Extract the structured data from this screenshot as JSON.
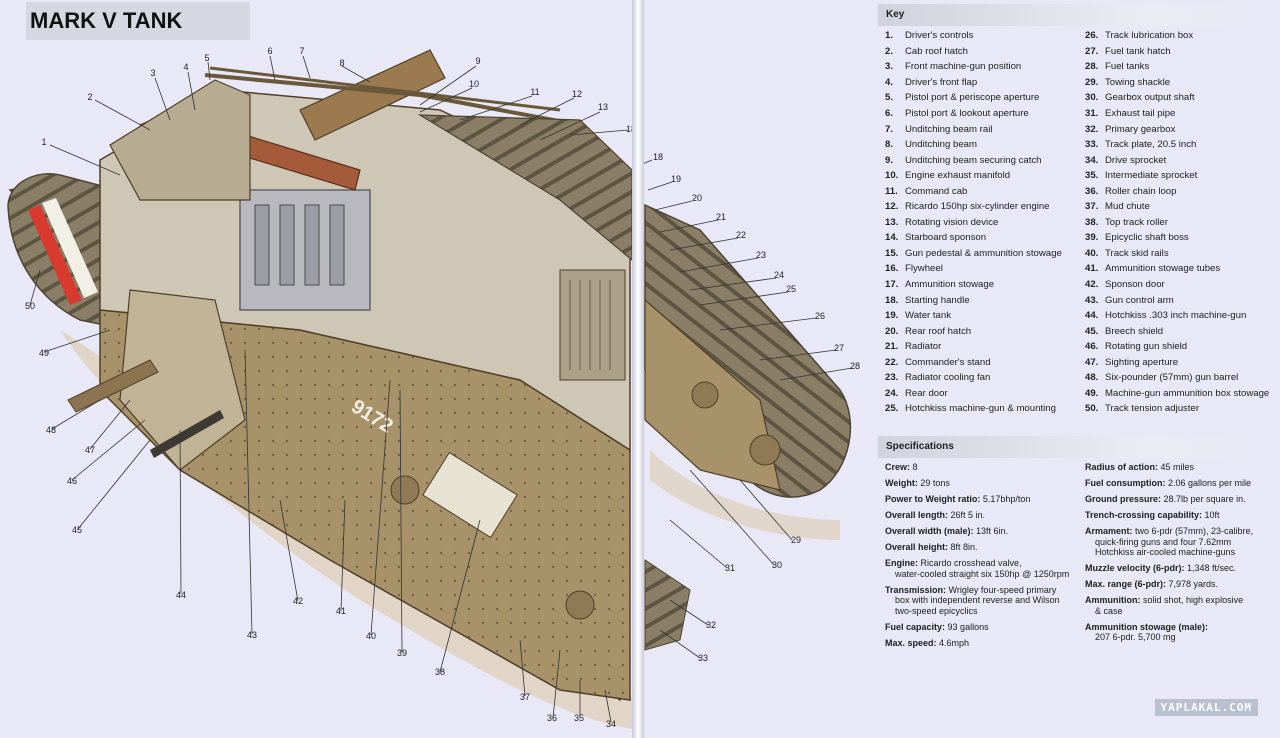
{
  "title": "MARK V TANK",
  "callouts": [
    "1",
    "2",
    "3",
    "4",
    "5",
    "6",
    "7",
    "8",
    "9",
    "10",
    "11",
    "12",
    "13",
    "18",
    "18",
    "19",
    "20",
    "21",
    "22",
    "23",
    "24",
    "25",
    "26",
    "27",
    "28",
    "29",
    "30",
    "31",
    "32",
    "33",
    "34",
    "35",
    "36",
    "37",
    "38",
    "39",
    "40",
    "41",
    "42",
    "43",
    "44",
    "45",
    "46",
    "47",
    "48",
    "49",
    "50"
  ],
  "key": {
    "heading": "Key",
    "left": [
      {
        "n": "1.",
        "label": "Driver's controls"
      },
      {
        "n": "2.",
        "label": "Cab roof hatch"
      },
      {
        "n": "3.",
        "label": "Front machine-gun position"
      },
      {
        "n": "4.",
        "label": "Driver's front flap"
      },
      {
        "n": "5.",
        "label": "Pistol port & periscope aperture"
      },
      {
        "n": "6.",
        "label": "Pistol port & lookout aperture"
      },
      {
        "n": "7.",
        "label": "Unditching beam rail"
      },
      {
        "n": "8.",
        "label": "Unditching beam"
      },
      {
        "n": "9.",
        "label": "Unditching beam securing catch"
      },
      {
        "n": "10.",
        "label": "Engine exhaust manifold"
      },
      {
        "n": "11.",
        "label": "Command cab"
      },
      {
        "n": "12.",
        "label": "Ricardo 150hp six-cylinder engine"
      },
      {
        "n": "13.",
        "label": "Rotating vision device"
      },
      {
        "n": "14.",
        "label": "Starboard sponson"
      },
      {
        "n": "15.",
        "label": "Gun pedestal & ammunition stowage"
      },
      {
        "n": "16.",
        "label": "Flywheel"
      },
      {
        "n": "17.",
        "label": "Ammunition stowage"
      },
      {
        "n": "18.",
        "label": "Starting handle"
      },
      {
        "n": "19.",
        "label": "Water tank"
      },
      {
        "n": "20.",
        "label": "Rear roof hatch"
      },
      {
        "n": "21.",
        "label": "Radiator"
      },
      {
        "n": "22.",
        "label": "Commander's stand"
      },
      {
        "n": "23.",
        "label": "Radiator cooling fan"
      },
      {
        "n": "24.",
        "label": "Rear door"
      },
      {
        "n": "25.",
        "label": "Hotchkiss machine-gun & mounting"
      }
    ],
    "right": [
      {
        "n": "26.",
        "label": "Track lubrication box"
      },
      {
        "n": "27.",
        "label": "Fuel tank hatch"
      },
      {
        "n": "28.",
        "label": "Fuel tanks"
      },
      {
        "n": "29.",
        "label": "Towing shackle"
      },
      {
        "n": "30.",
        "label": "Gearbox output shaft"
      },
      {
        "n": "31.",
        "label": "Exhaust tail pipe"
      },
      {
        "n": "32.",
        "label": "Primary gearbox"
      },
      {
        "n": "33.",
        "label": "Track plate, 20.5 inch"
      },
      {
        "n": "34.",
        "label": "Drive sprocket"
      },
      {
        "n": "35.",
        "label": "Intermediate sprocket"
      },
      {
        "n": "36.",
        "label": "Roller chain loop"
      },
      {
        "n": "37.",
        "label": "Mud chute"
      },
      {
        "n": "38.",
        "label": "Top track roller"
      },
      {
        "n": "39.",
        "label": "Epicyclic shaft boss"
      },
      {
        "n": "40.",
        "label": "Track skid rails"
      },
      {
        "n": "41.",
        "label": "Ammunition stowage tubes"
      },
      {
        "n": "42.",
        "label": "Sponson door"
      },
      {
        "n": "43.",
        "label": "Gun control arm"
      },
      {
        "n": "44.",
        "label": "Hotchkiss .303 inch machine-gun"
      },
      {
        "n": "45.",
        "label": "Breech shield"
      },
      {
        "n": "46.",
        "label": "Rotating gun shield"
      },
      {
        "n": "47.",
        "label": "Sighting aperture"
      },
      {
        "n": "48.",
        "label": "Six-pounder (57mm) gun barrel"
      },
      {
        "n": "49.",
        "label": "Machine-gun ammunition box stowage"
      },
      {
        "n": "50.",
        "label": "Track tension adjuster"
      }
    ]
  },
  "specs": {
    "heading": "Specifications",
    "left": [
      {
        "k": "Crew:",
        "v": "8"
      },
      {
        "k": "Weight:",
        "v": "29 tons"
      },
      {
        "k": "Power to Weight ratio:",
        "v": "5.17bhp/ton"
      },
      {
        "k": "Overall length:",
        "v": "26ft 5 in."
      },
      {
        "k": "Overall width (male):",
        "v": "13ft 6in."
      },
      {
        "k": "Overall height:",
        "v": "8ft 8in."
      },
      {
        "k": "Engine:",
        "v": "Ricardo crosshead valve,",
        "v2": "water-cooled straight six 150hp @ 1250rpm"
      },
      {
        "k": "Transmission:",
        "v": "Wrigley four-speed primary",
        "v2": "box with independent reverse and Wilson\ntwo-speed epicyclics"
      },
      {
        "k": "Fuel capacity:",
        "v": "93 gallons"
      },
      {
        "k": "Max. speed:",
        "v": "4.6mph"
      }
    ],
    "right": [
      {
        "k": "Radius of action:",
        "v": "45 miles"
      },
      {
        "k": "Fuel consumption:",
        "v": "2.06 gallons per mile"
      },
      {
        "k": "Ground pressure:",
        "v": "28.7lb per square in."
      },
      {
        "k": "Trench-crossing capability:",
        "v": "10ft"
      },
      {
        "k": "Armament:",
        "v": "two 6-pdr (57mm), 23-calibre,",
        "v2": "quick-firing guns and four 7.62mm\nHotchkiss air-cooled machine-guns"
      },
      {
        "k": "Muzzle velocity (6-pdr):",
        "v": "1,348 ft/sec."
      },
      {
        "k": "Max. range (6-pdr):",
        "v": "7,978 yards."
      },
      {
        "k": "Ammunition:",
        "v": "solid shot, high explosive",
        "v2": "& case"
      },
      {
        "k": "Ammunition stowage (male):",
        "v": "",
        "v2": "207 6-pdr. 5,700 mg"
      }
    ]
  },
  "hull_marking": "9172",
  "watermark": "YAPLAKAL.COM",
  "colors": {
    "background": "#e8e8f6",
    "hull": "#a8926a",
    "track": "#7d7259",
    "red_band": "#d83a2e"
  }
}
